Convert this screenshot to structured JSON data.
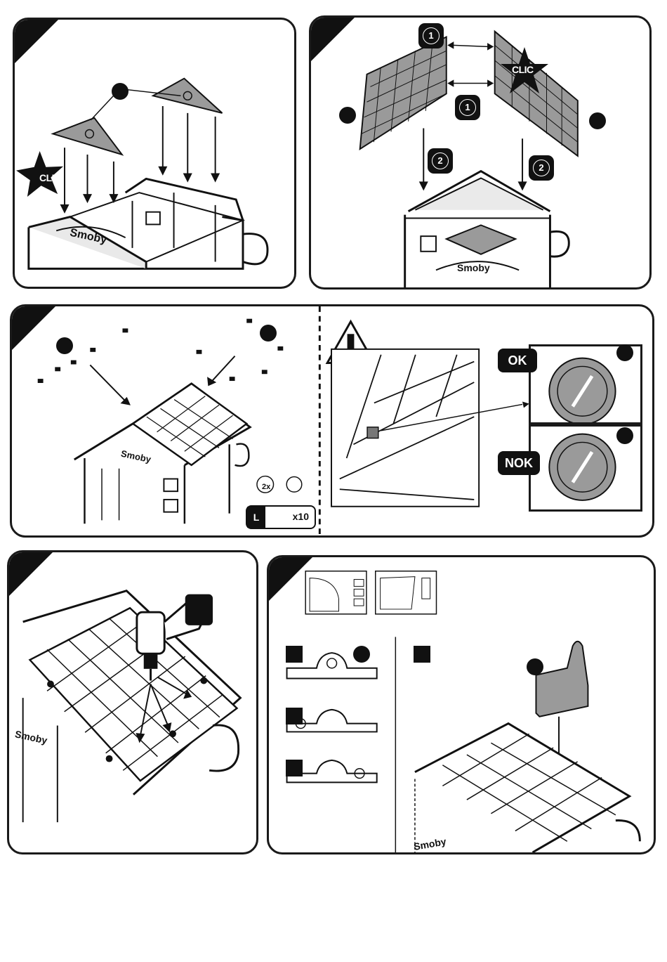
{
  "stars": {
    "panel1": "CLIC",
    "panel2": "CLIC"
  },
  "step_numbers": {
    "panel2_top": "1",
    "panel2_mid": "1",
    "panel2_left_arrow": "2",
    "panel2_right_arrow": "2"
  },
  "brand": {
    "logo": "Smoby"
  },
  "check": {
    "ok_label": "OK",
    "nok_label": "NOK"
  },
  "hardware": {
    "screw_size": "L",
    "screw_qty": "x10",
    "note_label": "2x"
  },
  "icons": {
    "warning": "warning-triangle-icon",
    "star": "star-burst-icon",
    "screw": "screw-icon",
    "drill": "cordless-drill-icon"
  },
  "colors": {
    "ink": "#111111",
    "part_gray": "#9a9a9a",
    "panel_border": "#1a1a1a"
  }
}
